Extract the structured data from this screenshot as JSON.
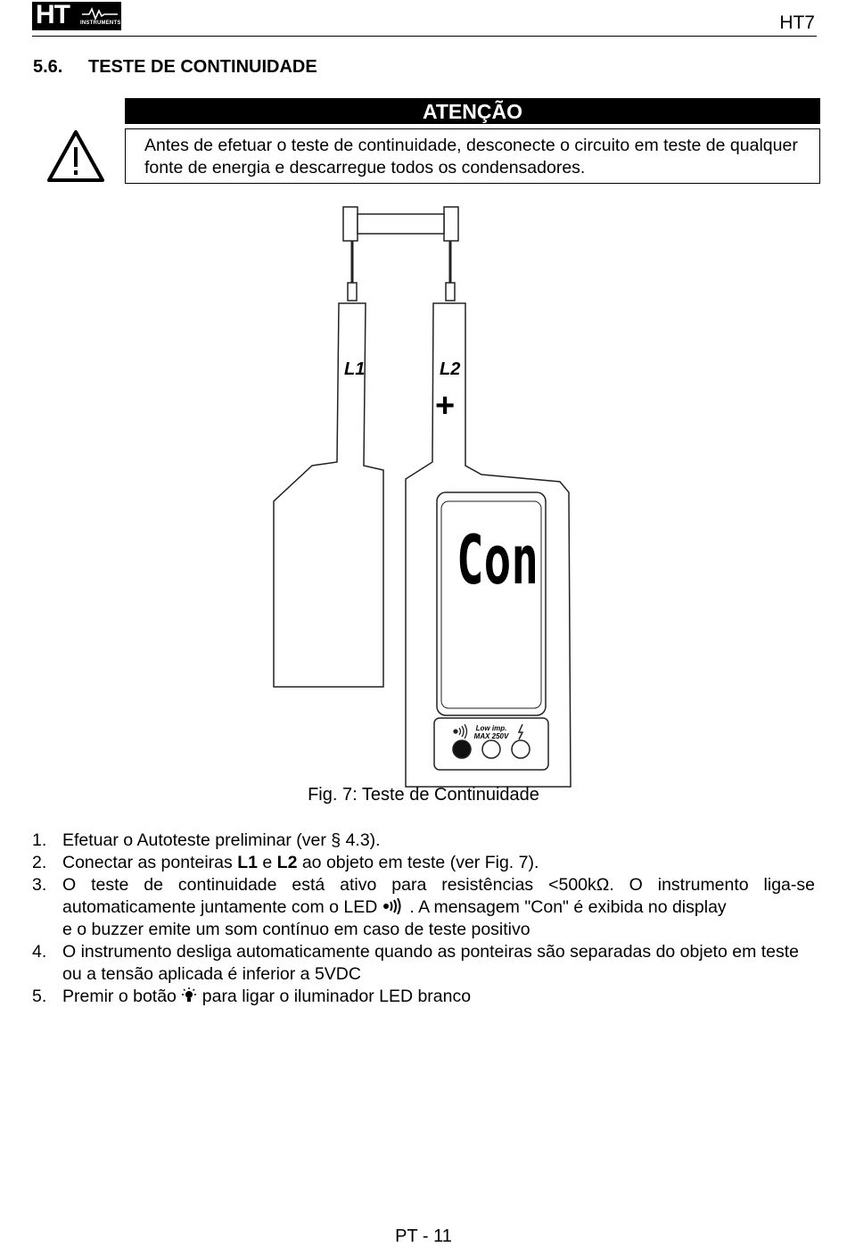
{
  "header": {
    "logo_text": "HT",
    "logo_sub": "INSTRUMENTS",
    "model": "HT7"
  },
  "section": {
    "number": "5.6.",
    "title": "TESTE DE CONTINUIDADE"
  },
  "warning": {
    "icon": "warning-triangle-icon",
    "heading": "ATENÇÃO",
    "text": "Antes de efetuar o teste de continuidade, desconecte o circuito em teste de qualquer fonte de energia e descarregue todos os condensadores."
  },
  "figure": {
    "probe_l1_label": "L1",
    "probe_l2_label": "L2",
    "probe_plus": "+",
    "display_text": "Con",
    "panel_label_1": "Low imp.",
    "panel_label_2": "MAX 250V",
    "caption": "Fig. 7: Teste de Continuidade"
  },
  "steps": [
    {
      "n": "1.",
      "text": "Efetuar o Autoteste preliminar (ver § 4.3)."
    },
    {
      "n": "2.",
      "a": "Conectar as ponteiras ",
      "b1": "L1",
      "c": " e ",
      "b2": "L2",
      "d": " ao objeto em teste (ver Fig. 7)."
    },
    {
      "n": "3.",
      "line1": "O teste de continuidade está ativo para resistências <500kΩ. O instrumento liga-se",
      "line2a": "automaticamente juntamente com o LED",
      "line2b": ". A mensagem \"Con\" é exibida no display",
      "line3": "e o buzzer emite um som contínuo em caso de teste positivo"
    },
    {
      "n": "4.",
      "text": "O instrumento desliga automaticamente quando as ponteiras são separadas do objeto em teste ou a tensão aplicada é inferior a 5VDC"
    },
    {
      "n": "5.",
      "a": "Premir o botão",
      "b": "para ligar o iluminador LED branco"
    }
  ],
  "footer": {
    "page": "PT - 11"
  }
}
